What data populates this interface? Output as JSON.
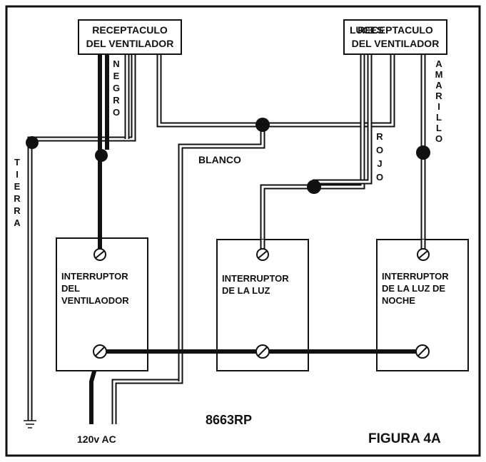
{
  "receptacles": {
    "left_line1": "RECEPTACULO",
    "left_line2": "DEL VENTILADOR",
    "right_line1": "RECEPTACULO",
    "right_line2": "DEL VENTILADOR",
    "right_overprint": "LUCES"
  },
  "wire_labels": {
    "negro": [
      "N",
      "E",
      "G",
      "R",
      "O"
    ],
    "amarillo": [
      "A",
      "M",
      "A",
      "R",
      "I",
      "L",
      "L",
      "O"
    ],
    "rojo": [
      "R",
      "O",
      "J",
      "O"
    ],
    "tierra": [
      "T",
      "I",
      "E",
      "R",
      "R",
      "A"
    ],
    "blanco": "BLANCO"
  },
  "switches": {
    "fan": [
      "INTERRUPTOR",
      "DEL",
      "VENTILAODOR"
    ],
    "light": [
      "INTERRUPTOR",
      "DE LA LUZ"
    ],
    "night": [
      "INTERRUPTOR",
      "DE LA LUZ DE",
      "NOCHE"
    ]
  },
  "footer": {
    "power": "120v AC",
    "model": "8663RP",
    "figure": "FIGURA 4A"
  }
}
